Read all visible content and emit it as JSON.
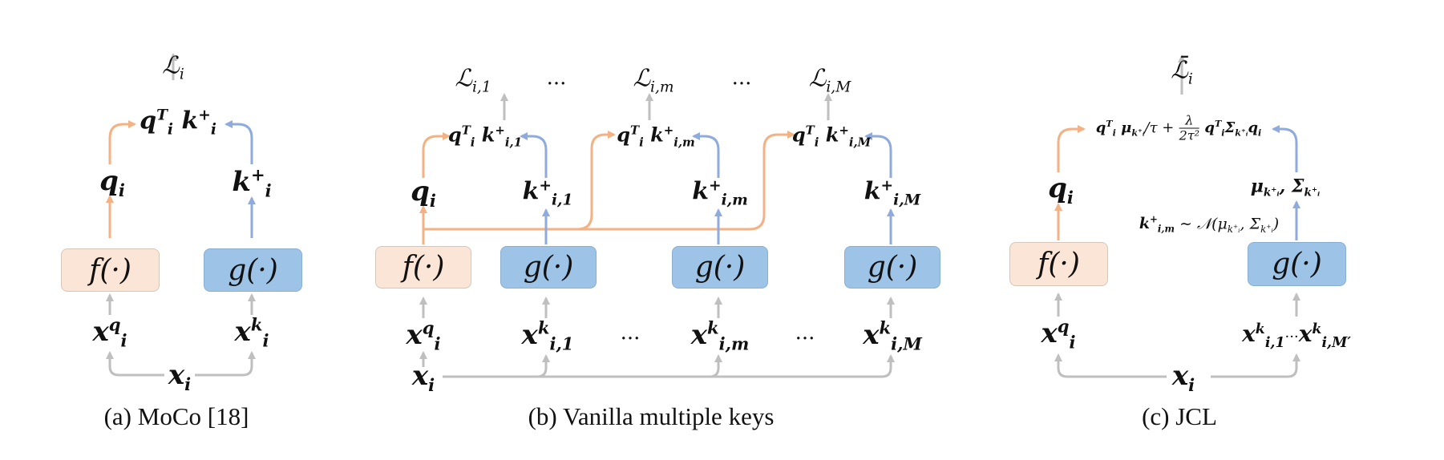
{
  "panel_a": {
    "caption": "(a)  MoCo [18]",
    "loss": "ℒ",
    "loss_sub": "i",
    "q": "q",
    "q_sub": "i",
    "k": "k",
    "k_sub": "i",
    "k_sup": "+",
    "prod_q": "q",
    "prod_q_sub": "i",
    "prod_q_sup": "T",
    "prod_k": "k",
    "prod_k_sub": "i",
    "prod_k_sup": "+",
    "f_label": "f(·)",
    "g_label": "g(·)",
    "xq": "x",
    "xq_sub": "i",
    "xq_sup": "q",
    "xk": "x",
    "xk_sub": "i",
    "xk_sup": "k",
    "x": "x",
    "x_sub": "i"
  },
  "panel_b": {
    "caption": "(b)  Vanilla multiple keys",
    "losses": [
      {
        "main": "ℒ",
        "sub": "i,1"
      },
      {
        "main": "ℒ",
        "sub": "i,m"
      },
      {
        "main": "ℒ",
        "sub": "i,M"
      }
    ],
    "dots": "...",
    "products": [
      {
        "q": "q",
        "q_sub": "i",
        "q_sup": "T",
        "k": "k",
        "k_sub": "i,1",
        "k_sup": "+"
      },
      {
        "q": "q",
        "q_sub": "i",
        "q_sup": "T",
        "k": "k",
        "k_sub": "i,m",
        "k_sup": "+"
      },
      {
        "q": "q",
        "q_sub": "i",
        "q_sup": "T",
        "k": "k",
        "k_sub": "i,M",
        "k_sup": "+"
      }
    ],
    "q": "q",
    "q_sub": "i",
    "keys": [
      {
        "main": "k",
        "sub": "i,1",
        "sup": "+"
      },
      {
        "main": "k",
        "sub": "i,m",
        "sup": "+"
      },
      {
        "main": "k",
        "sub": "i,M",
        "sup": "+"
      }
    ],
    "f_label": "f(·)",
    "g_label": "g(·)",
    "xq": "x",
    "xq_sub": "i",
    "xq_sup": "q",
    "xks": [
      {
        "main": "x",
        "sub": "i,1",
        "sup": "k"
      },
      {
        "main": "x",
        "sub": "i,m",
        "sup": "k"
      },
      {
        "main": "x",
        "sub": "i,M",
        "sup": "k"
      }
    ],
    "x": "x",
    "x_sub": "i"
  },
  "panel_c": {
    "caption": "(c)  JCL",
    "loss": "ℒ̄",
    "loss_sub": "i",
    "objective_left": "q",
    "objective_text_1": "μ",
    "objective_text_2": "/τ +",
    "frac_num": "λ",
    "frac_den": "2τ²",
    "objective_text_3": "q",
    "objective_text_4": "Σ",
    "objective_text_5": "q",
    "q": "q",
    "q_sub": "i",
    "stats": "μ",
    "stats_sub": "k",
    "stats_sep": ", Σ",
    "sample": "k",
    "sample_sub": "i,m",
    "sample_sup": "+",
    "sample_rel": "∼ 𝒩(μ",
    "sample_mid": ", Σ",
    "sample_end": ")",
    "f_label": "f(·)",
    "g_label": "g(·)",
    "xq": "x",
    "xq_sub": "i",
    "xq_sup": "q",
    "xk1": "x",
    "xk1_sub": "i,1",
    "xk1_sup": "k",
    "xk_dots": "···",
    "xk2": "x",
    "xk2_sub": "i,M′",
    "xk2_sup": "k",
    "x": "x",
    "x_sub": "i"
  },
  "colors": {
    "orange_arrow": "#f4b183",
    "blue_arrow": "#8faadc",
    "gray_arrow": "#bfbfbf",
    "f_box": "#fbe5d6",
    "g_box": "#9dc3e6"
  }
}
